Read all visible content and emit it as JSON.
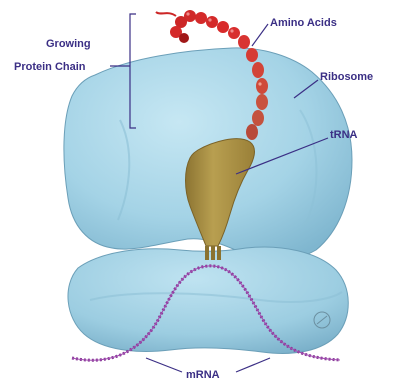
{
  "diagram": {
    "labels": {
      "growing_protein_chain_line1": "Growing",
      "growing_protein_chain_line2": "Protein Chain",
      "amino_acids": "Amino Acids",
      "ribosome": "Ribosome",
      "trna": "tRNA",
      "mrna": "mRNA"
    },
    "colors": {
      "label_text": "#3b2f85",
      "leader_line": "#3b2f85",
      "ribosome_fill": "#a8d6e8",
      "ribosome_shade": "#7fb8d0",
      "ribosome_outline": "#6b9fb8",
      "trna_fill": "#b39a4a",
      "trna_shade": "#8a7230",
      "amino_acid_red": "#d42a2a",
      "amino_acid_dark_red": "#a01818",
      "amino_acid_brown": "#b84a3a",
      "mrna_strand": "#8a3a9a"
    }
  }
}
